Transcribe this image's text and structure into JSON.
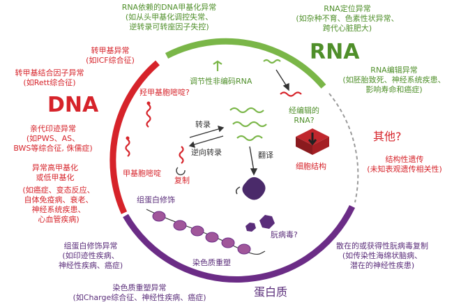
{
  "colors": {
    "dna_red": "#d6232a",
    "rna_green": "#7ab648",
    "protein_purple": "#6b2c86",
    "other_red": "#c0272d"
  },
  "sections": {
    "dna_title": "DNA",
    "rna_title": "RNA",
    "protein_title": "蛋白质",
    "other_title": "其他?"
  },
  "top_text": {
    "rna_dna_methylation": [
      "RNA依赖的DNA甲基化异常",
      "(如从头甲基化调控失常、",
      "逆转录可转座因子失控)"
    ],
    "rna_localization": [
      "RNA定位异常",
      "(如杂种不育、色素性状异常、",
      "跨代心脏肥大)"
    ]
  },
  "left_text": {
    "transmethylation": [
      "转甲基异常",
      "(如ICF综合征)"
    ],
    "methyl_binding": [
      "转甲基结合因子异常",
      "(如Rett综合征)"
    ],
    "imprinting": [
      "亲代印迹异常",
      "(如PWS、AS、",
      "BWS等综合征, 侏儒症)"
    ],
    "hyper_hypo": [
      "异常高甲基化",
      "或低甲基化"
    ],
    "hyper_hypo_examples": [
      "(如癌症、变态反应、",
      "自体免疫病、衰老、",
      "神经系统疾患、",
      "心血管疾病)"
    ]
  },
  "right_text": {
    "rna_editing": [
      "RNA编辑异常",
      "(如胚胎致死、神经系统疾患、",
      "影响寿命和癌症)"
    ],
    "structural": [
      "结构性遗传",
      "(未知表观遗传相关性)"
    ],
    "prion_disease": [
      "散在的或获得性朊病毒复制",
      "(如传染性海绵状脑病、",
      "潜在的神经性疾患)"
    ]
  },
  "bottom_text": {
    "histone_mod_abnormal": [
      "组蛋白修饰异常",
      "(如印迹性疾病、",
      "神经性疾病、癌症)"
    ],
    "chromatin_remodel_abnormal": [
      "染色质重塑异常",
      "(如Charge综合征、神经性疾病、癌症)"
    ]
  },
  "inner": {
    "ncrna": "调节性非编码RNA",
    "hydroxymethyl": "羟甲基胞嘧啶?",
    "methyl_cytosine": "甲基胞嘧啶",
    "replication": "复制",
    "transcription": "转录",
    "reverse_transcription": "逆向转录",
    "edited_rna": [
      "经编辑的",
      "RNA?"
    ],
    "translation": "翻译",
    "cell_structure": "细胞结构",
    "histone_modification": "组蛋白修饰",
    "chromatin_remodeling": "染色质重塑",
    "prion": "朊病毒?"
  }
}
